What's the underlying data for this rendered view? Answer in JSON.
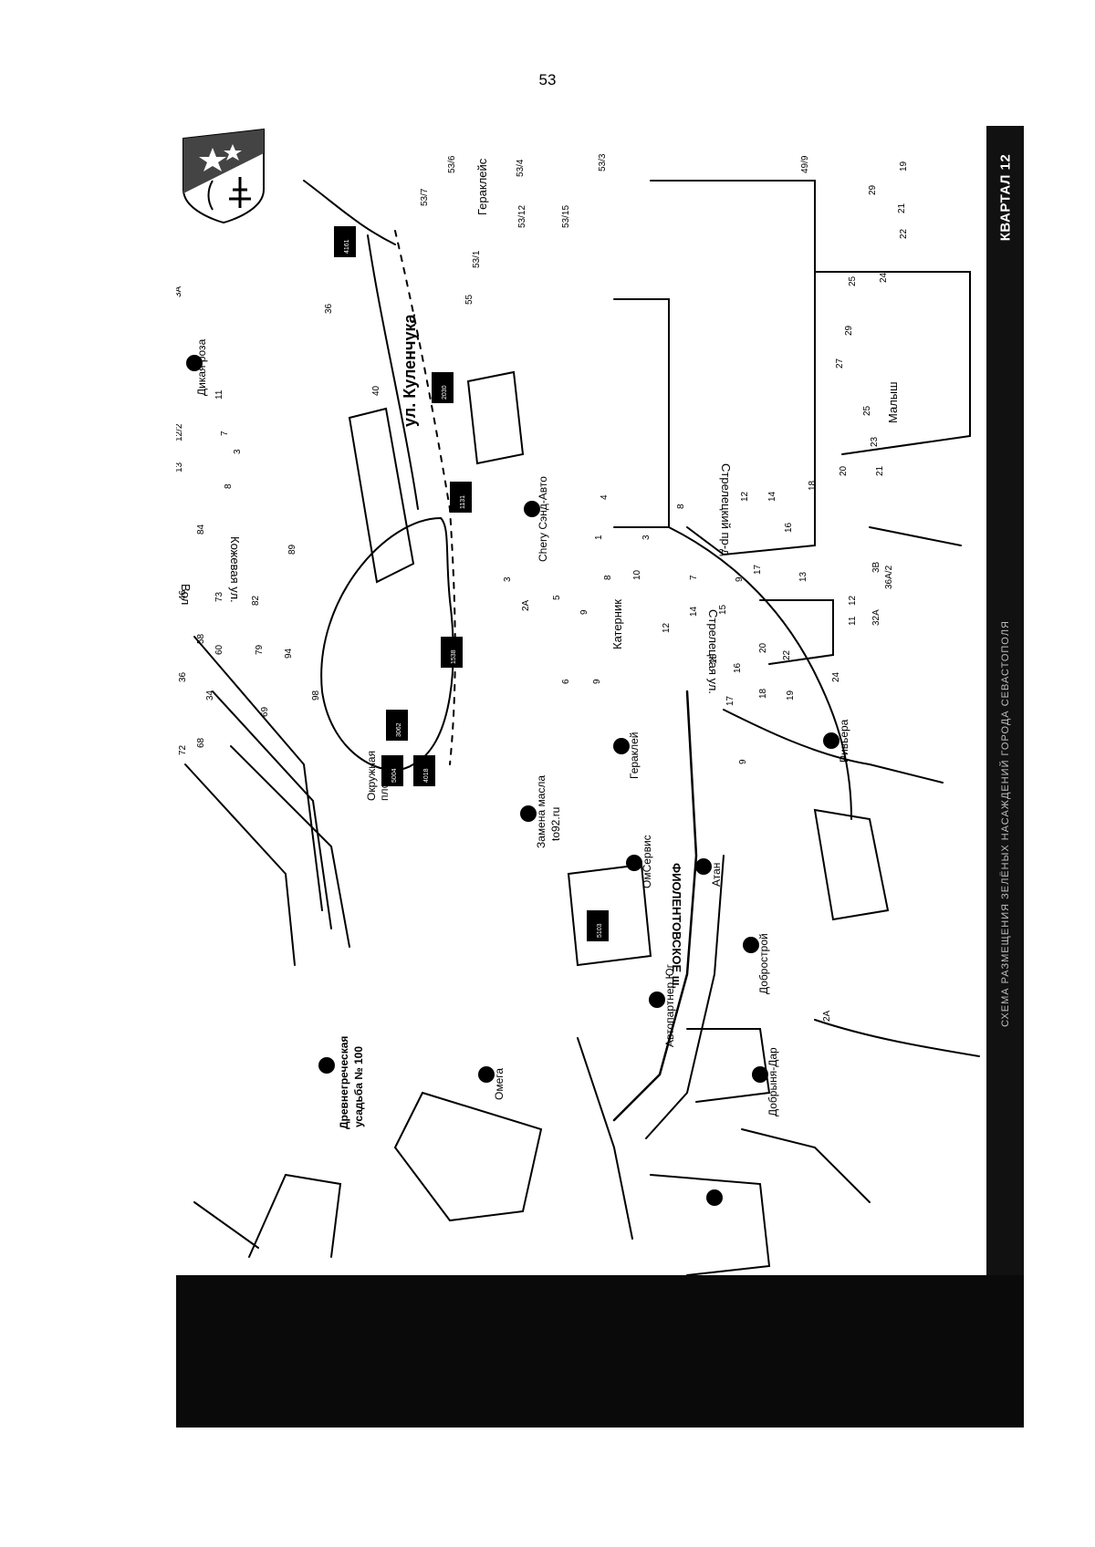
{
  "page": {
    "number": "53"
  },
  "sidebar": {
    "title": "КВАРТАЛ 12",
    "caption": "СХЕМА РАЗМЕЩЕНИЯ ЗЕЛЁНЫХ НАСАЖДЕНИЙ ГОРОДА СЕВАСТОПОЛЯ"
  },
  "map": {
    "streets": {
      "kulenchuka": "ул. Куленчука",
      "streletskaya": "Стрелецкая ул.",
      "streletsky_proezd": "Стрелецкий пр-д",
      "fiolentovskoe": "ФИОЛЕНТОВСКОЕ ш.",
      "kozhevaya": "Кожевая ул.",
      "vol": "Вол"
    },
    "pois": {
      "dikaya_roza": "Дикая роза",
      "usadba_1": "Древнегреческая",
      "usadba_2": "усадьба № 100",
      "omega": "Омега",
      "dobrynya_dar": "Добрыня-Дар",
      "avtopartner": "Автопартнер Юг",
      "dobrostroy": "Добрострой",
      "omservis": "ОмСервис",
      "atan": "Атан",
      "zamena_masla_1": "Замена масла",
      "zamena_masla_2": "to92.ru",
      "gerakley": "Гераклей",
      "riviera": "Ривьера",
      "katernik": "Катерник",
      "chery": "Chery Сэнд-Авто",
      "malysh": "Малыш",
      "geraklayes": "Гераклейс",
      "okruzhnaya_1": "Окружная",
      "okruzhnaya_2": "площадь"
    },
    "markers": [
      "4161",
      "2030",
      "1131",
      "1538",
      "3062",
      "4018",
      "5004",
      "5103"
    ],
    "house_numbers": [
      {
        "t": "53/7"
      },
      {
        "t": "53/6"
      },
      {
        "t": "53/3"
      },
      {
        "t": "53/4"
      },
      {
        "t": "53/12"
      },
      {
        "t": "53/15"
      },
      {
        "t": "53/1"
      },
      {
        "t": "49/9"
      },
      {
        "t": "55"
      },
      {
        "t": "36"
      },
      {
        "t": "40"
      },
      {
        "t": "3А"
      },
      {
        "t": "13"
      },
      {
        "t": "12/2"
      },
      {
        "t": "11"
      },
      {
        "t": "7"
      },
      {
        "t": "3"
      },
      {
        "t": "8"
      },
      {
        "t": "84"
      },
      {
        "t": "89"
      },
      {
        "t": "46"
      },
      {
        "t": "73"
      },
      {
        "t": "82"
      },
      {
        "t": "58"
      },
      {
        "t": "60"
      },
      {
        "t": "79"
      },
      {
        "t": "94"
      },
      {
        "t": "98"
      },
      {
        "t": "36"
      },
      {
        "t": "34"
      },
      {
        "t": "68"
      },
      {
        "t": "72"
      },
      {
        "t": "69"
      },
      {
        "t": "29"
      },
      {
        "t": "19"
      },
      {
        "t": "21"
      },
      {
        "t": "22"
      },
      {
        "t": "25"
      },
      {
        "t": "24"
      },
      {
        "t": "29"
      },
      {
        "t": "27"
      },
      {
        "t": "25"
      },
      {
        "t": "23"
      },
      {
        "t": "21"
      },
      {
        "t": "20"
      },
      {
        "t": "8"
      },
      {
        "t": "4"
      },
      {
        "t": "1"
      },
      {
        "t": "3"
      },
      {
        "t": "10"
      },
      {
        "t": "8"
      },
      {
        "t": "7"
      },
      {
        "t": "12"
      },
      {
        "t": "14"
      },
      {
        "t": "18"
      },
      {
        "t": "16"
      },
      {
        "t": "17"
      },
      {
        "t": "9"
      },
      {
        "t": "14"
      },
      {
        "t": "15"
      },
      {
        "t": "3В"
      },
      {
        "t": "36А/2"
      },
      {
        "t": "13"
      },
      {
        "t": "11"
      },
      {
        "t": "12"
      },
      {
        "t": "32А"
      },
      {
        "t": "20"
      },
      {
        "t": "22"
      },
      {
        "t": "24"
      },
      {
        "t": "5"
      },
      {
        "t": "2А"
      },
      {
        "t": "3"
      },
      {
        "t": "9"
      },
      {
        "t": "12"
      },
      {
        "t": "15"
      },
      {
        "t": "16"
      },
      {
        "t": "17"
      },
      {
        "t": "18"
      },
      {
        "t": "19"
      },
      {
        "t": "6"
      },
      {
        "t": "9"
      },
      {
        "t": "9"
      },
      {
        "t": "2А"
      }
    ]
  }
}
